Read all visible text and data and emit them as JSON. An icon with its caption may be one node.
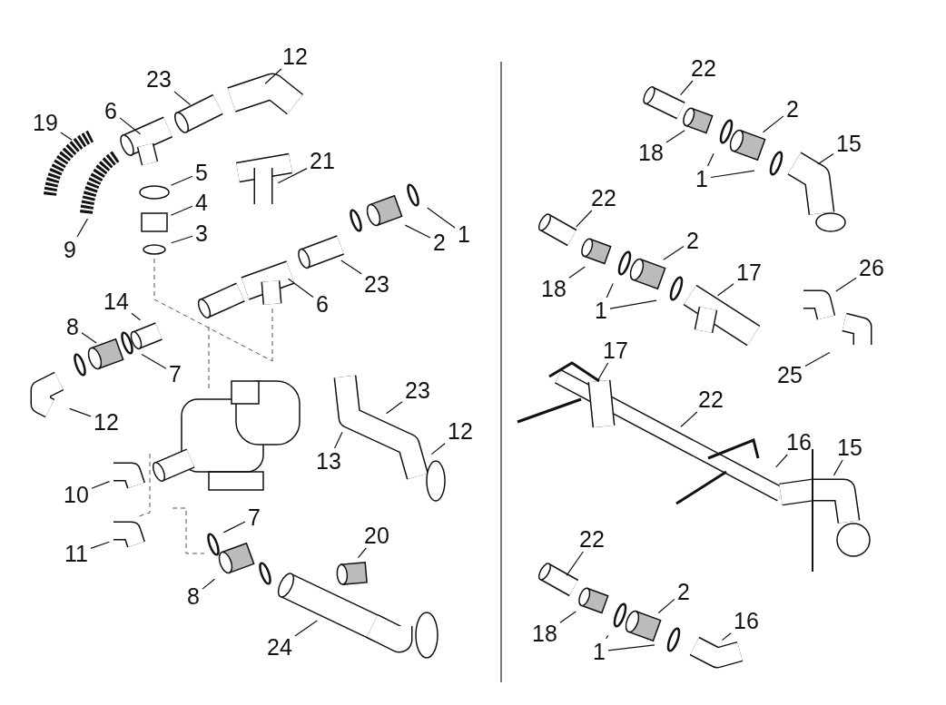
{
  "diagram": {
    "nodes": [
      {
        "text": [
          "12"
        ]
      },
      {
        "text": [
          "23"
        ]
      },
      {
        "text": [
          "6"
        ]
      },
      {
        "text": [
          "19"
        ]
      },
      {
        "text": [
          "9"
        ]
      },
      {
        "text": [
          "5"
        ]
      },
      {
        "text": [
          "4"
        ]
      },
      {
        "text": [
          "3"
        ]
      },
      {
        "text": [
          "21"
        ]
      },
      {
        "text": [
          "2"
        ]
      },
      {
        "text": [
          "1"
        ]
      },
      {
        "text": [
          "23"
        ]
      },
      {
        "text": [
          "6"
        ]
      },
      {
        "text": [
          "14"
        ]
      },
      {
        "text": [
          "8"
        ]
      },
      {
        "text": [
          "7"
        ]
      },
      {
        "text": [
          "12"
        ]
      },
      {
        "text": [
          "10"
        ]
      },
      {
        "text": [
          "11"
        ]
      },
      {
        "text": [
          "13"
        ]
      },
      {
        "text": [
          "23"
        ]
      },
      {
        "text": [
          "12"
        ]
      },
      {
        "text": [
          "7"
        ]
      },
      {
        "text": [
          "8"
        ]
      },
      {
        "text": [
          "20"
        ]
      },
      {
        "text": [
          "24"
        ]
      },
      {
        "text": [
          "22"
        ]
      },
      {
        "text": [
          "18"
        ]
      },
      {
        "text": [
          "2"
        ]
      },
      {
        "text": [
          "1"
        ]
      },
      {
        "text": [
          "15"
        ]
      },
      {
        "text": [
          "22"
        ]
      },
      {
        "text": [
          "18"
        ]
      },
      {
        "text": [
          "2"
        ]
      },
      {
        "text": [
          "17"
        ]
      },
      {
        "text": [
          "1"
        ]
      },
      {
        "text": [
          "26"
        ]
      },
      {
        "text": [
          "25"
        ]
      },
      {
        "text": [
          "17"
        ]
      },
      {
        "text": [
          "22"
        ]
      },
      {
        "text": [
          "16"
        ]
      },
      {
        "text": [
          "15"
        ]
      },
      {
        "text": [
          "22"
        ]
      },
      {
        "text": [
          "18"
        ]
      },
      {
        "text": [
          "2"
        ]
      },
      {
        "text": [
          "1"
        ]
      },
      {
        "text": [
          "16"
        ]
      }
    ],
    "edges": [
      {
        "from": 0,
        "to": null,
        "arrow": "none"
      },
      {
        "from": 1,
        "to": null,
        "arrow": "none"
      },
      {
        "from": 2,
        "to": null,
        "arrow": "none"
      },
      {
        "from": 3,
        "to": null,
        "arrow": "none"
      },
      {
        "from": 4,
        "to": null,
        "arrow": "none"
      },
      {
        "from": 5,
        "to": null,
        "arrow": "none"
      },
      {
        "from": 6,
        "to": null,
        "arrow": "none"
      },
      {
        "from": 7,
        "to": null,
        "arrow": "none"
      },
      {
        "from": 8,
        "to": null,
        "arrow": "none"
      },
      {
        "from": 9,
        "to": null,
        "arrow": "none"
      },
      {
        "from": 10,
        "to": null,
        "arrow": "none"
      },
      {
        "from": 11,
        "to": null,
        "arrow": "none"
      },
      {
        "from": 12,
        "to": null,
        "arrow": "none"
      },
      {
        "from": 13,
        "to": null,
        "arrow": "none"
      },
      {
        "from": 14,
        "to": null,
        "arrow": "none"
      },
      {
        "from": 15,
        "to": null,
        "arrow": "none"
      },
      {
        "from": 16,
        "to": null,
        "arrow": "none"
      },
      {
        "from": 17,
        "to": null,
        "arrow": "none"
      },
      {
        "from": 18,
        "to": null,
        "arrow": "none"
      },
      {
        "from": 19,
        "to": null,
        "arrow": "none"
      },
      {
        "from": 20,
        "to": null,
        "arrow": "none"
      },
      {
        "from": 21,
        "to": null,
        "arrow": "none"
      },
      {
        "from": 22,
        "to": null,
        "arrow": "none"
      },
      {
        "from": 23,
        "to": null,
        "arrow": "none"
      },
      {
        "from": 24,
        "to": null,
        "arrow": "none"
      },
      {
        "from": 25,
        "to": null,
        "arrow": "none"
      },
      {
        "from": 26,
        "to": null,
        "arrow": "none"
      },
      {
        "from": 27,
        "to": null,
        "arrow": "none"
      },
      {
        "from": 28,
        "to": null,
        "arrow": "none"
      },
      {
        "from": 29,
        "to": null,
        "arrow": "none"
      },
      {
        "from": 29,
        "to": null,
        "arrow": "none"
      },
      {
        "from": 30,
        "to": null,
        "arrow": "none"
      },
      {
        "from": 31,
        "to": null,
        "arrow": "none"
      },
      {
        "from": 32,
        "to": null,
        "arrow": "none"
      },
      {
        "from": 33,
        "to": null,
        "arrow": "none"
      },
      {
        "from": 34,
        "to": null,
        "arrow": "none"
      },
      {
        "from": 35,
        "to": null,
        "arrow": "none"
      },
      {
        "from": 35,
        "to": null,
        "arrow": "none"
      },
      {
        "from": 36,
        "to": null,
        "arrow": "none"
      },
      {
        "from": 37,
        "to": null,
        "arrow": "none"
      },
      {
        "from": 38,
        "to": null,
        "arrow": "none"
      },
      {
        "from": 39,
        "to": null,
        "arrow": "none"
      },
      {
        "from": 40,
        "to": null,
        "arrow": "none"
      },
      {
        "from": 41,
        "to": null,
        "arrow": "none"
      },
      {
        "from": 42,
        "to": null,
        "arrow": "none"
      },
      {
        "from": 43,
        "to": null,
        "arrow": "none"
      },
      {
        "from": 44,
        "to": null,
        "arrow": "none"
      },
      {
        "from": 45,
        "to": null,
        "arrow": "none"
      },
      {
        "from": 45,
        "to": null,
        "arrow": "none"
      },
      {
        "from": 46,
        "to": null,
        "arrow": "none"
      }
    ]
  }
}
